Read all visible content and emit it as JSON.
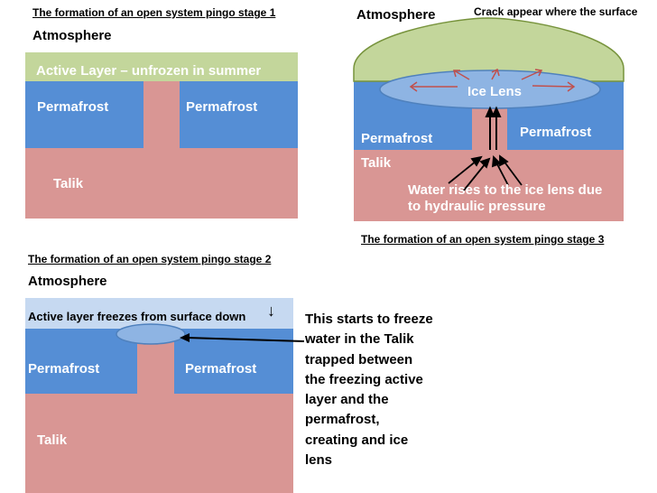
{
  "stage1": {
    "title": "The formation of an open system pingo stage 1",
    "atmosphere": "Atmosphere",
    "active_layer": "Active Layer – unfrozen in summer",
    "permafrost_left": "Permafrost",
    "permafrost_right": "Permafrost",
    "talik": "Talik"
  },
  "stage2": {
    "title": "The formation of an open system pingo stage 2",
    "atmosphere": "Atmosphere",
    "active_layer": "Active layer freezes from surface down",
    "down_arrow": "↓",
    "permafrost_left": "Permafrost",
    "permafrost_right": "Permafrost",
    "talik": "Talik",
    "annotation": "This starts to freeze water in the Talik trapped between the freezing active layer and the permafrost, creating and ice lens"
  },
  "stage3": {
    "title": "The formation of an open system pingo stage 3",
    "atmosphere": "Atmosphere",
    "crack_note": "Crack appear where the surface ruptures",
    "ice_lens": "Ice Lens",
    "permafrost_left": "Permafrost",
    "permafrost_right": "Permafrost",
    "talik": "Talik",
    "water_note": "Water rises to the ice lens due to hydraulic pressure"
  },
  "colors": {
    "permafrost": "#558ed5",
    "talik": "#d99694",
    "active_layer_summer": "#c3d69b",
    "active_layer_frozen": "#c6d9f1",
    "ice_lens": "#8eb4e3",
    "arrow_red": "#c0504d"
  }
}
